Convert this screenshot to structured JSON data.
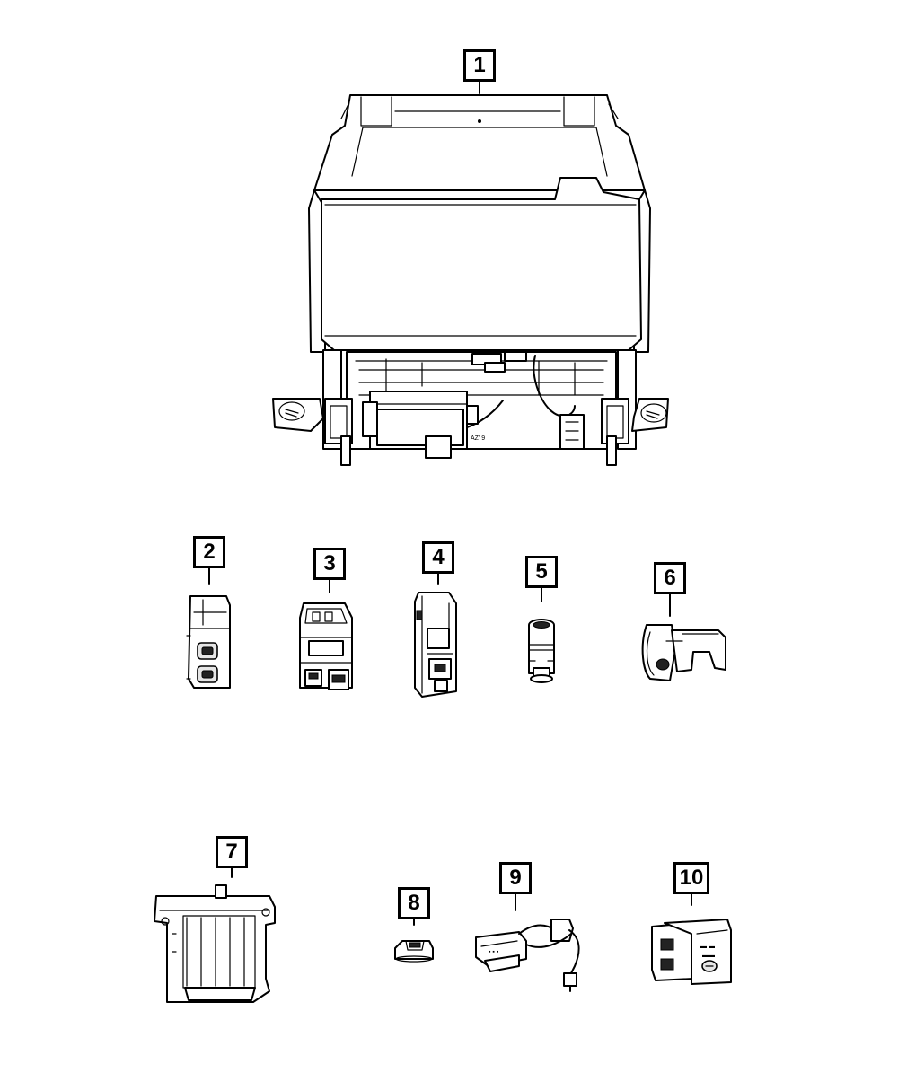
{
  "callouts": [
    {
      "id": "1",
      "label": "1"
    },
    {
      "id": "2",
      "label": "2"
    },
    {
      "id": "3",
      "label": "3"
    },
    {
      "id": "4",
      "label": "4"
    },
    {
      "id": "5",
      "label": "5"
    },
    {
      "id": "6",
      "label": "6"
    },
    {
      "id": "7",
      "label": "7"
    },
    {
      "id": "8",
      "label": "8"
    },
    {
      "id": "9",
      "label": "9"
    },
    {
      "id": "10",
      "label": "10"
    }
  ],
  "colors": {
    "line": "#000000",
    "background": "#ffffff",
    "shade": "#e6e6e6"
  },
  "console_marking": "AZ' 9"
}
